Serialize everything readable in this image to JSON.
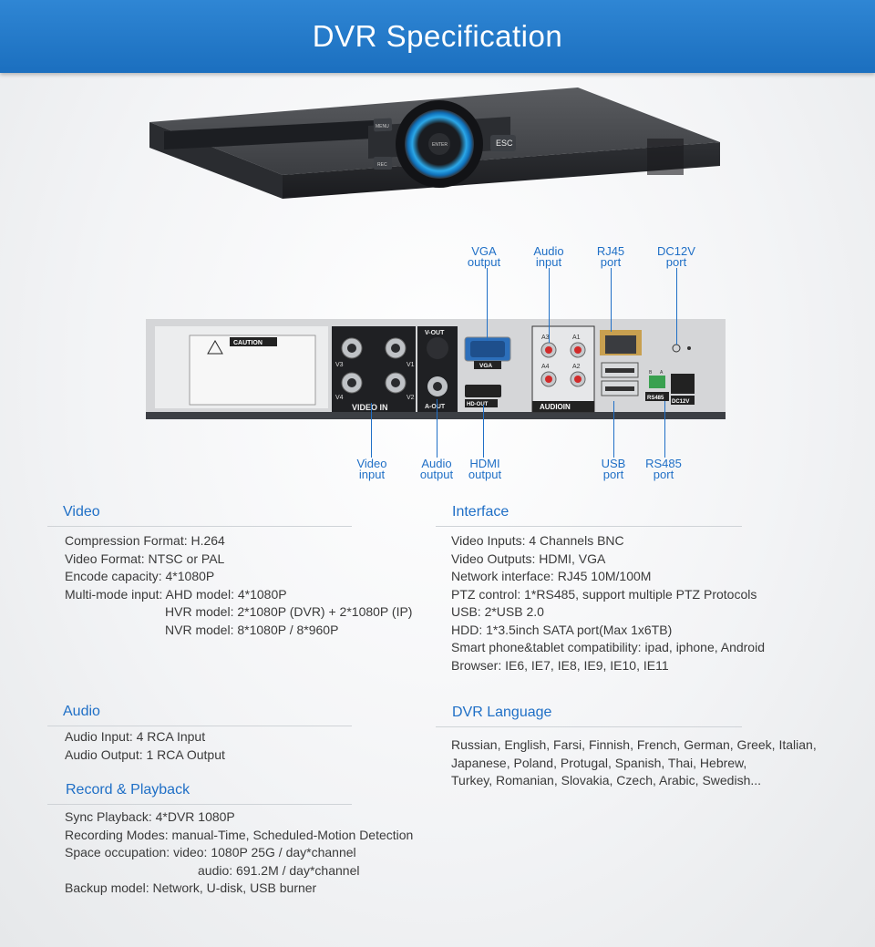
{
  "banner": {
    "title": "DVR Specification"
  },
  "front_panel": {
    "menu": "MENU",
    "rec": "REC",
    "enter": "ENTER",
    "esc": "ESC"
  },
  "back_panel": {
    "caution": "CAUTION",
    "video_in": "VIDEO IN",
    "vga": "VGA",
    "v_out": "V-OUT",
    "a_out": "A-OUT",
    "hd_out": "HD-OUT",
    "audio_in": "AUDIOIN",
    "rs485": "RS485",
    "dc12v": "DC12V",
    "ch_v1": "V1",
    "ch_v2": "V2",
    "ch_v3": "V3",
    "ch_v4": "V4",
    "ch_a1": "A1",
    "ch_a2": "A2",
    "ch_a3": "A3",
    "ch_a4": "A4",
    "rs_a": "A",
    "rs_b": "B"
  },
  "callouts": {
    "vga": [
      "VGA",
      "output"
    ],
    "audio_in": [
      "Audio",
      "input"
    ],
    "rj45": [
      "RJ45",
      "port"
    ],
    "dc12v": [
      "DC12V",
      "port"
    ],
    "video_in": [
      "Video",
      "input"
    ],
    "audio_out": [
      "Audio",
      "output"
    ],
    "hdmi": [
      "HDMI",
      "output"
    ],
    "usb": [
      "USB",
      "port"
    ],
    "rs485": [
      "RS485",
      "port"
    ]
  },
  "video": {
    "title": "Video",
    "compression": "Compression Format: H.264",
    "format": "Video Format: NTSC or PAL",
    "capacity": "Encode capacity: 4*1080P",
    "multimode": "Multi-mode input: AHD model: 4*1080P",
    "hvr": "HVR model:   2*1080P (DVR) + 2*1080P (IP)",
    "nvr": "NVR model:   8*1080P / 8*960P"
  },
  "interface": {
    "title": "Interface",
    "lines": [
      "Video Inputs: 4 Channels BNC",
      "Video Outputs: HDMI, VGA",
      "Network interface: RJ45 10M/100M",
      "PTZ control: 1*RS485, support multiple PTZ Protocols",
      "USB: 2*USB 2.0",
      "HDD: 1*3.5inch SATA port(Max 1x6TB)",
      "Smart phone&tablet compatibility: ipad, iphone, Android",
      "Browser: IE6, IE7, IE8, IE9, IE10, IE11"
    ]
  },
  "audio": {
    "title": "Audio",
    "input": "Audio Input: 4 RCA Input",
    "output": "Audio Output: 1 RCA Output"
  },
  "language": {
    "title": "DVR Language",
    "lines": [
      "Russian, English, Farsi, Finnish, French, German, Greek, Italian,",
      "Japanese, Poland, Protugal, Spanish, Thai, Hebrew,",
      "Turkey, Romanian, Slovakia, Czech, Arabic, Swedish..."
    ]
  },
  "record": {
    "title": "Record & Playback",
    "sync": "Sync Playback: 4*DVR 1080P",
    "modes": "Recording Modes: manual-Time, Scheduled-Motion Detection",
    "space1": "Space occupation: video: 1080P 25G / day*channel",
    "space2": "audio: 691.2M / day*channel",
    "backup": "Backup model: Network, U-disk, USB burner"
  }
}
